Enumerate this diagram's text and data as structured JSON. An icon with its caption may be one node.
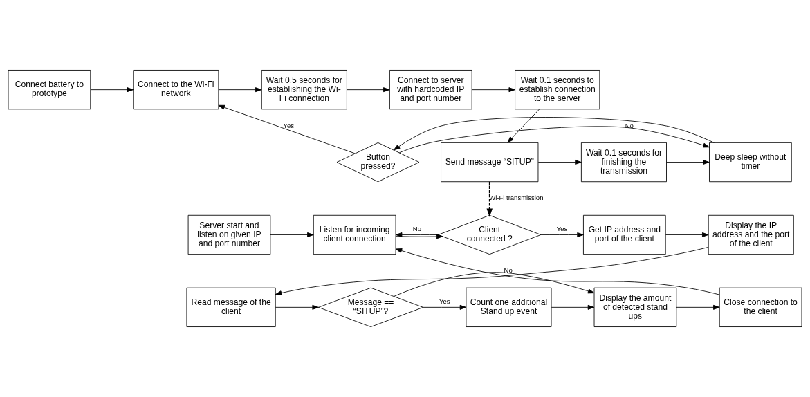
{
  "diagram": {
    "nodes": [
      {
        "text": [
          "Connect battery to prototype"
        ]
      },
      {
        "text": [
          "Connect to the Wi-Fi network"
        ]
      },
      {
        "text": [
          "Wait 0.5 seconds for establishing the Wi-Fi connection"
        ]
      },
      {
        "text": [
          "Connect to server with hardcoded IP and port number"
        ]
      },
      {
        "text": [
          "Wait 0.1 seconds to establish connection to the server"
        ]
      },
      {
        "text": [
          "Button pressed?"
        ]
      },
      {
        "text": [
          "Deep sleep without timer"
        ]
      },
      {
        "text": [
          "Wait 0.1 seconds for finishing the transmission"
        ]
      },
      {
        "text": [
          "Send message “SITUP”"
        ]
      },
      {
        "text": [
          "Server start and listen on given IP and port number"
        ]
      },
      {
        "text": [
          "Listen for incoming client connection"
        ]
      },
      {
        "text": [
          "Client connected ?"
        ]
      },
      {
        "text": [
          "Get IP address and port of the client"
        ]
      },
      {
        "text": [
          "Display the IP address and the port of the client"
        ]
      },
      {
        "text": [
          "Close connection to the client"
        ]
      },
      {
        "text": [
          "Display the amount of detected stand ups"
        ]
      },
      {
        "text": [
          "Count one additional Stand up event"
        ]
      },
      {
        "text": [
          "Message == “SITUP”?"
        ]
      },
      {
        "text": [
          "Read message of the client"
        ]
      }
    ],
    "edges": [
      {
        "from": 0,
        "to": 1,
        "arrow": "to"
      },
      {
        "from": 1,
        "to": 2,
        "arrow": "to"
      },
      {
        "from": 2,
        "to": 3,
        "arrow": "to"
      },
      {
        "from": 3,
        "to": 4,
        "arrow": "to"
      },
      {
        "from": 4,
        "to": 8,
        "arrow": "to"
      },
      {
        "from": 8,
        "to": 7,
        "arrow": "to"
      },
      {
        "from": 7,
        "to": 6,
        "arrow": "to"
      },
      {
        "from": 6,
        "to": 5,
        "arrow": "to"
      },
      {
        "from": 5,
        "to": 1,
        "arrow": "to",
        "label": "Yes"
      },
      {
        "from": 5,
        "to": 6,
        "arrow": "to",
        "label": "No"
      },
      {
        "from": 8,
        "to": 11,
        "arrow": "to",
        "label": "Wi-Fi transmission",
        "style": "dashed"
      },
      {
        "from": 9,
        "to": 10,
        "arrow": "to"
      },
      {
        "from": 10,
        "to": 11,
        "arrow": "to"
      },
      {
        "from": 11,
        "to": 12,
        "arrow": "to",
        "label": "Yes"
      },
      {
        "from": 11,
        "to": 10,
        "arrow": "to",
        "label": "No"
      },
      {
        "from": 12,
        "to": 13,
        "arrow": "to"
      },
      {
        "from": 13,
        "to": 18,
        "arrow": "to"
      },
      {
        "from": 18,
        "to": 17,
        "arrow": "to"
      },
      {
        "from": 17,
        "to": 16,
        "arrow": "to",
        "label": "Yes"
      },
      {
        "from": 17,
        "to": 15,
        "arrow": "to",
        "label": "No"
      },
      {
        "from": 16,
        "to": 15,
        "arrow": "to"
      },
      {
        "from": 15,
        "to": 14,
        "arrow": "to"
      },
      {
        "from": 14,
        "to": 10,
        "arrow": "to"
      }
    ]
  }
}
